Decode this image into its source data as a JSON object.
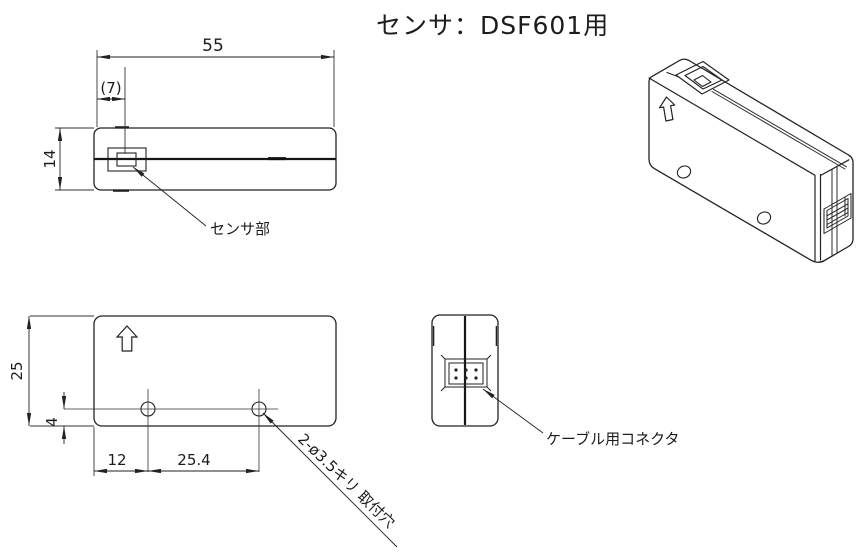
{
  "title": "センサ：DSF601用",
  "side_view": {
    "dim_length": "55",
    "dim_sensor_offset": "(7)",
    "dim_height": "14",
    "sensor_label": "センサ部"
  },
  "plan_view": {
    "dim_height": "25",
    "dim_hole_to_edge": "4",
    "dim_hole_left": "12",
    "dim_hole_pitch": "25.4",
    "holes_note": "2-ø3.5キリ 取付穴"
  },
  "end_view": {
    "connector_label": "ケーブル用コネクタ"
  }
}
